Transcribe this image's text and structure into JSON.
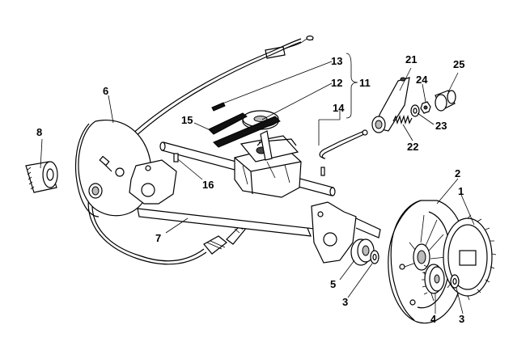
{
  "diagram": {
    "labels": {
      "p1": "1",
      "p2": "2",
      "p3a": "3",
      "p3b": "3",
      "p4": "4",
      "p5": "5",
      "p6": "6",
      "p7": "7",
      "p8": "8",
      "p11": "11",
      "p12": "12",
      "p13": "13",
      "p14": "14",
      "p15": "15",
      "p16": "16",
      "p21": "21",
      "p22": "22",
      "p23": "23",
      "p24": "24",
      "p25": "25"
    },
    "colors": {
      "ink": "#000000",
      "paper": "#ffffff",
      "shade": "#bbbbbb"
    }
  }
}
